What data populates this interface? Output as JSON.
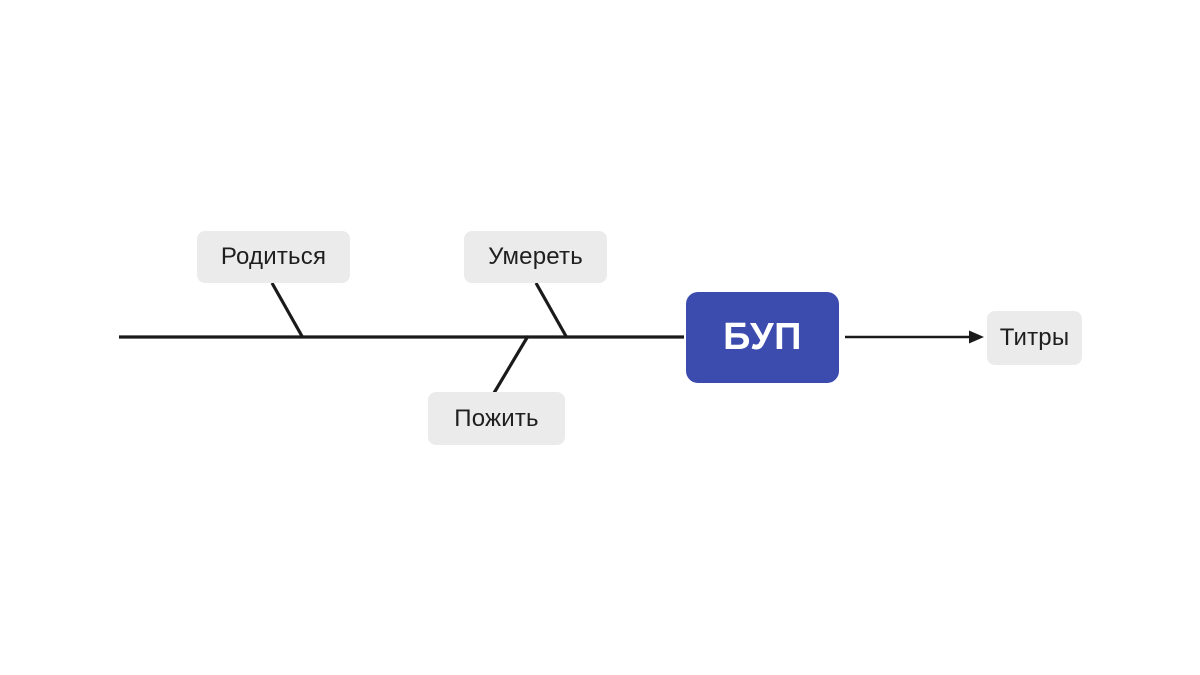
{
  "nodes": {
    "born": {
      "label": "Родиться"
    },
    "die": {
      "label": "Умереть"
    },
    "live": {
      "label": "Пожить"
    },
    "bup": {
      "label": "БУП"
    },
    "credits": {
      "label": "Титры"
    }
  },
  "edges": [
    {
      "name": "branch-born",
      "from": "born",
      "to": "spine"
    },
    {
      "name": "branch-die",
      "from": "die",
      "to": "spine"
    },
    {
      "name": "branch-live",
      "from": "live",
      "to": "spine"
    },
    {
      "name": "spine",
      "from": "start",
      "to": "bup"
    },
    {
      "name": "arrow",
      "from": "bup",
      "to": "credits",
      "arrowhead": true
    }
  ],
  "colors": {
    "background": "#ffffff",
    "line": "#1a1a1a",
    "label_bg": "#ebebeb",
    "label_text": "#1f1f1f",
    "accent_box_bg": "#3b4bae",
    "accent_box_text": "#ffffff"
  }
}
